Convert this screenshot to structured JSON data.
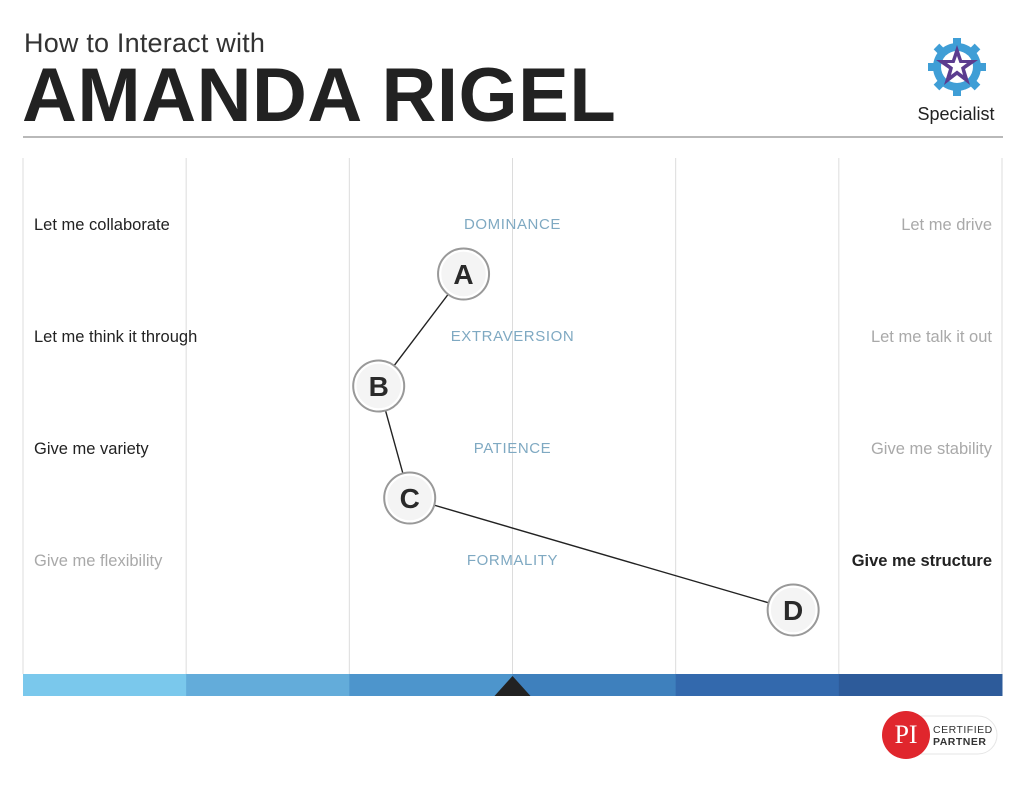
{
  "header": {
    "subtitle": "How to Interact with",
    "name": "AMANDA RIGEL",
    "profile_badge": {
      "icon": "star-gear-icon",
      "label": "Specialist"
    }
  },
  "footer": {
    "logo": {
      "mark": "PI",
      "line1": "CERTIFIED",
      "line2": "PARTNER"
    }
  },
  "colors": {
    "factor_label": "#7fa9c2",
    "muted_text": "#a9a9a9",
    "strong_text": "#222222",
    "gridline": "#dcdcdc",
    "bar": [
      "#7ac8ec",
      "#63acda",
      "#4d95cc",
      "#3e80bd",
      "#3369ad",
      "#2d5b9a"
    ],
    "pi_red": "#e0262d"
  },
  "chart_data": {
    "type": "line",
    "x_scale": "sigma offset from population mean (-3 to +3)",
    "xlim": [
      -3,
      3
    ],
    "factors": [
      {
        "key": "A",
        "name": "DOMINANCE",
        "left_statement": "Let me collaborate",
        "right_statement": "Let me drive",
        "value": -0.3,
        "emphasis": "left"
      },
      {
        "key": "B",
        "name": "EXTRAVERSION",
        "left_statement": "Let me think it through",
        "right_statement": "Let me talk it out",
        "value": -0.82,
        "emphasis": "left"
      },
      {
        "key": "C",
        "name": "PATIENCE",
        "left_statement": "Give me variety",
        "right_statement": "Give me stability",
        "value": -0.63,
        "emphasis": "left"
      },
      {
        "key": "D",
        "name": "FORMALITY",
        "left_statement": "Give me flexibility",
        "right_statement": "Give me structure",
        "value": 1.72,
        "emphasis": "right"
      }
    ],
    "gridlines": 7,
    "mean_marker": "center"
  }
}
